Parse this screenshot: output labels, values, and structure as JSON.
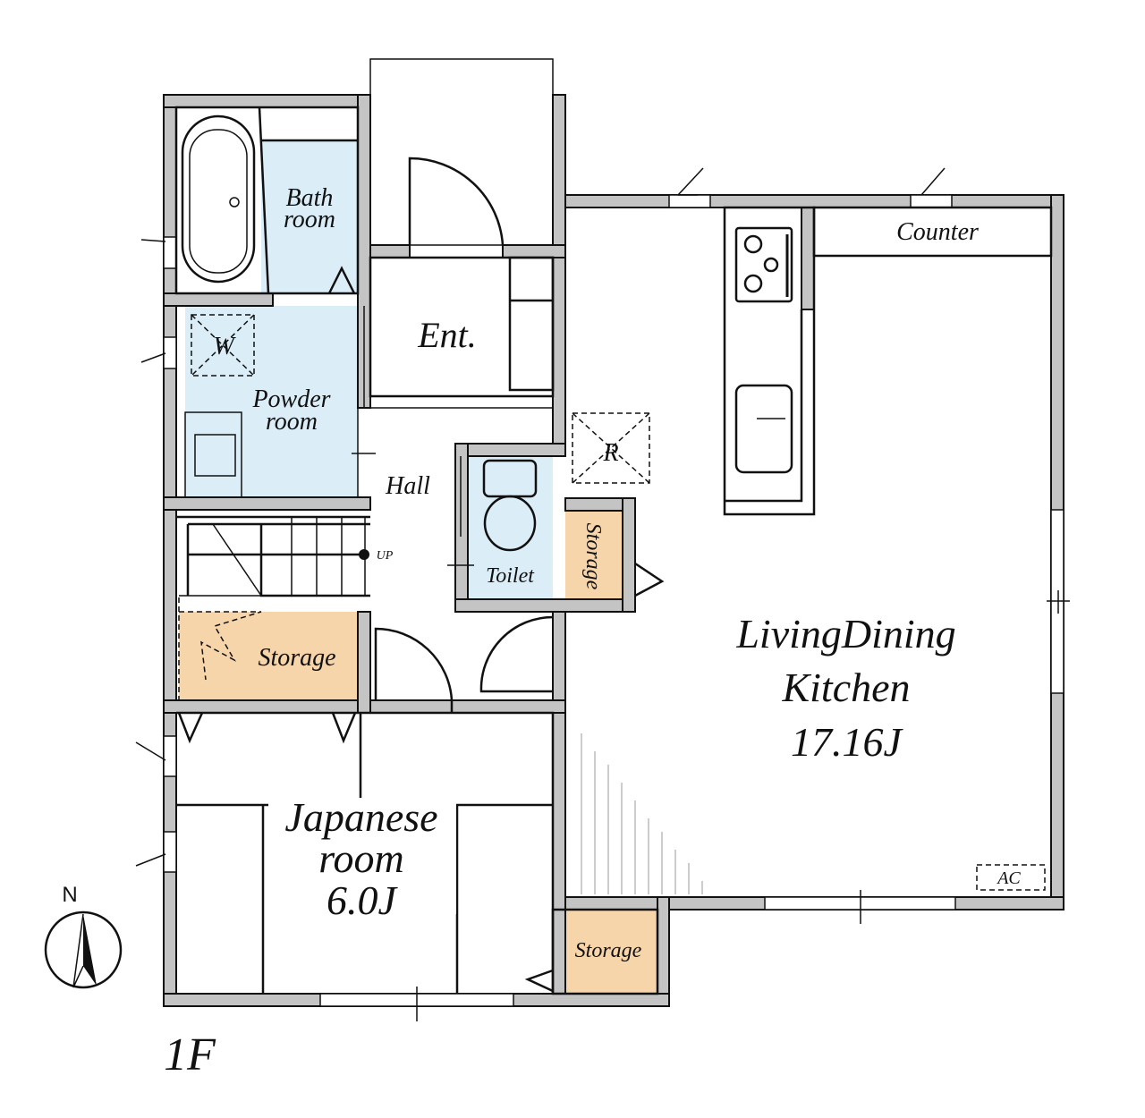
{
  "floor_label": "1F",
  "compass": {
    "north_label": "N"
  },
  "rooms": {
    "bath": {
      "line1": "Bath",
      "line2": "room"
    },
    "powder": {
      "line1": "Powder",
      "line2": "room",
      "washer_mark": "W"
    },
    "entrance": "Ent.",
    "hall": "Hall",
    "stairs_up": "UP",
    "toilet": "Toilet",
    "storage_toilet": "Storage",
    "storage_stairs": "Storage",
    "storage_bottom": "Storage",
    "fridge_mark": "R",
    "counter": "Counter",
    "ldk": {
      "line1": "LivingDining",
      "line2": "Kitchen",
      "size": "17.16J"
    },
    "japanese": {
      "line1": "Japanese",
      "line2": "room",
      "size": "6.0J"
    },
    "ac": "AC"
  },
  "colors": {
    "wall": "#c4c4c4",
    "wet_area": "#dbeef8",
    "storage": "#f7d5aa"
  }
}
